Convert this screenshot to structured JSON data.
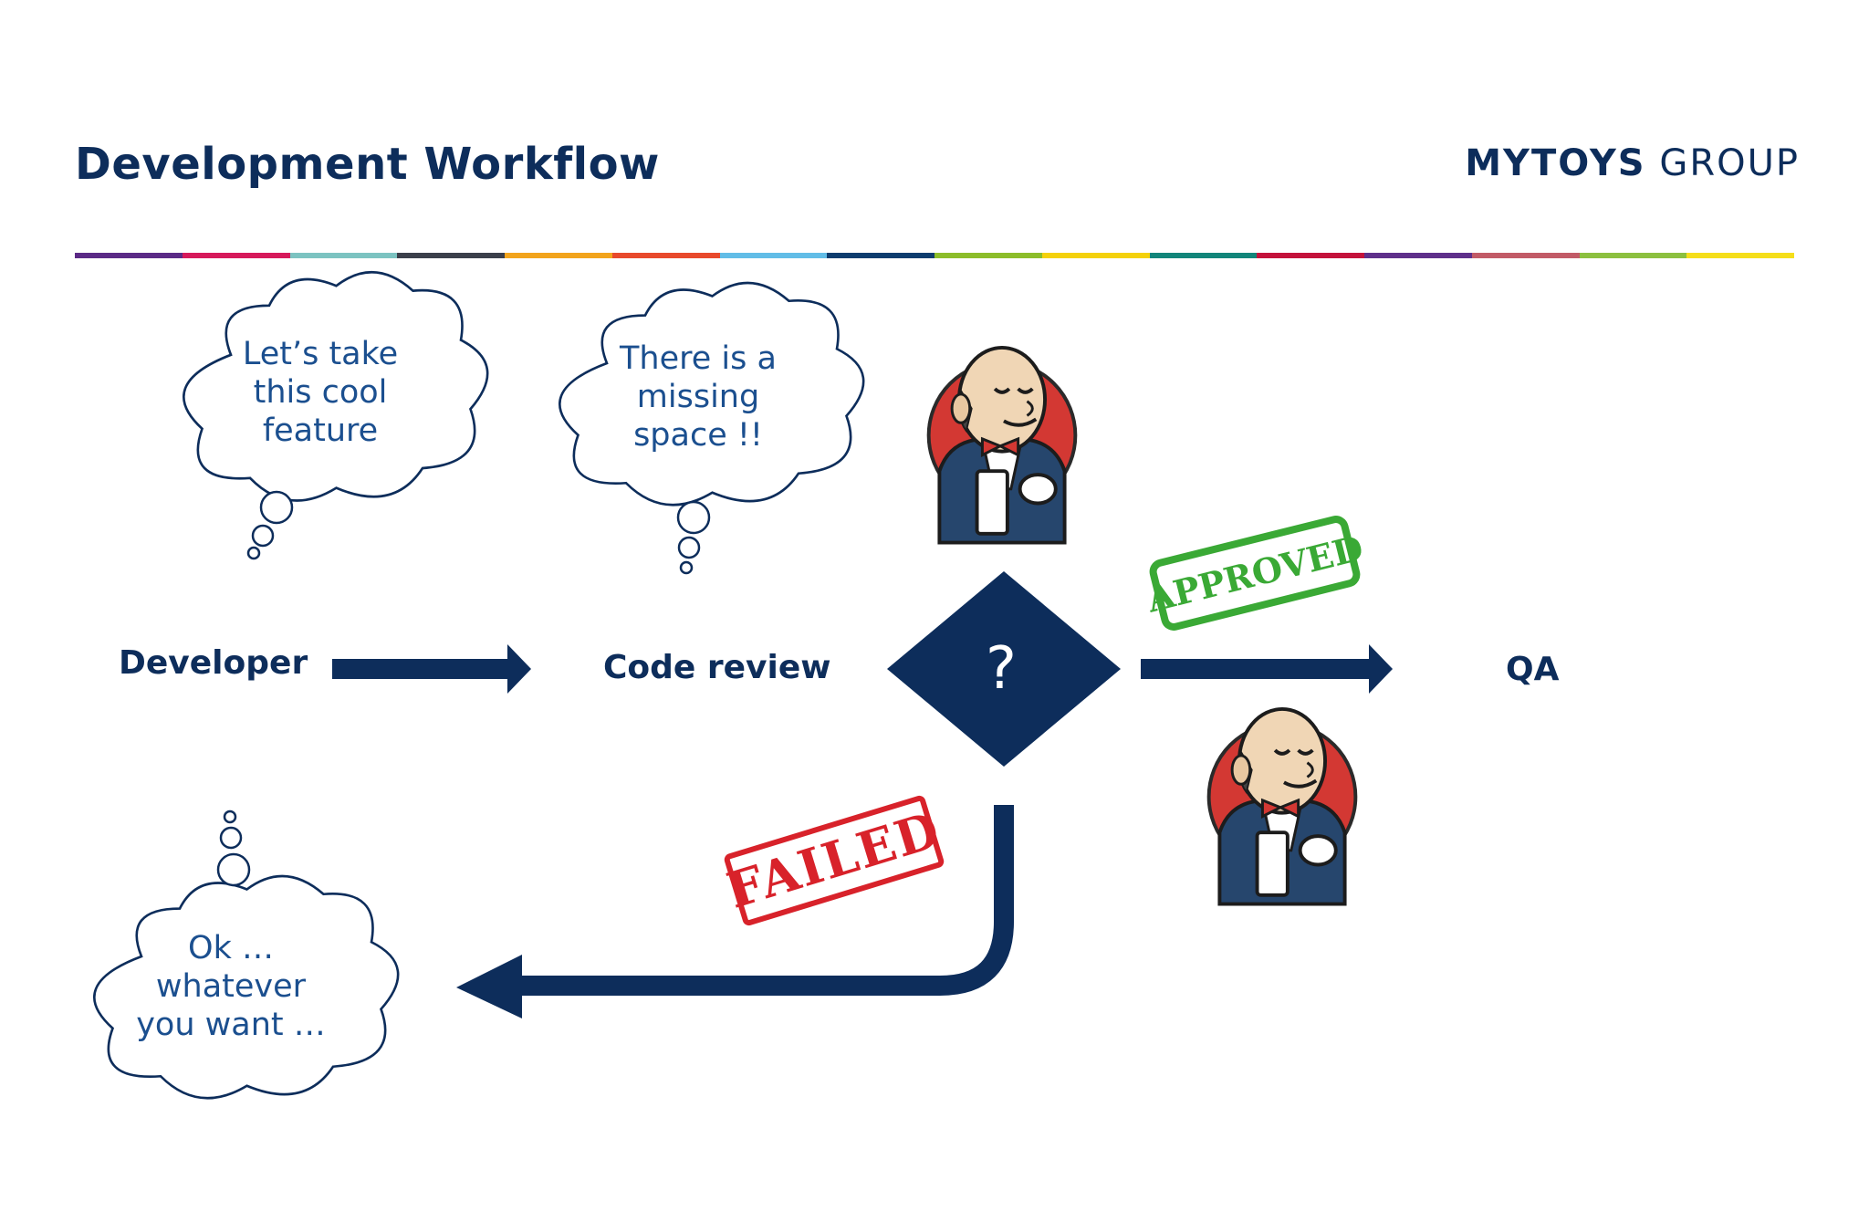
{
  "slide": {
    "title": "Development Workflow",
    "logo_bold": "MYTOYS",
    "logo_light": "GROUP"
  },
  "stripe_colors": [
    "#5b2a86",
    "#d6195b",
    "#7cc3c1",
    "#3b3f4a",
    "#f2a41c",
    "#e8492c",
    "#62bde7",
    "#0d3c6e",
    "#8cbd2a",
    "#f4d10b",
    "#12857a",
    "#c3123b",
    "#5e2f8a",
    "#c25b67",
    "#8cc03f",
    "#f5de1a"
  ],
  "nodes": {
    "developer": "Developer",
    "code_review": "Code review",
    "qa": "QA",
    "decision": "?"
  },
  "thoughts": {
    "developer": [
      "Let’s take",
      "this cool",
      "feature"
    ],
    "reviewer": [
      "There is a",
      "missing",
      "space !!"
    ],
    "developer_reply": [
      "Ok …",
      "whatever",
      "you want …"
    ]
  },
  "stamps": {
    "approved": "APPROVED",
    "failed": "FAILED"
  },
  "colors": {
    "navy": "#0d2d5b",
    "stamp_green": "#3aa935",
    "stamp_red": "#d8222a",
    "jenkins_red": "#d33833"
  },
  "icons": [
    "jenkins-butler-icon",
    "jenkins-butler-icon"
  ]
}
